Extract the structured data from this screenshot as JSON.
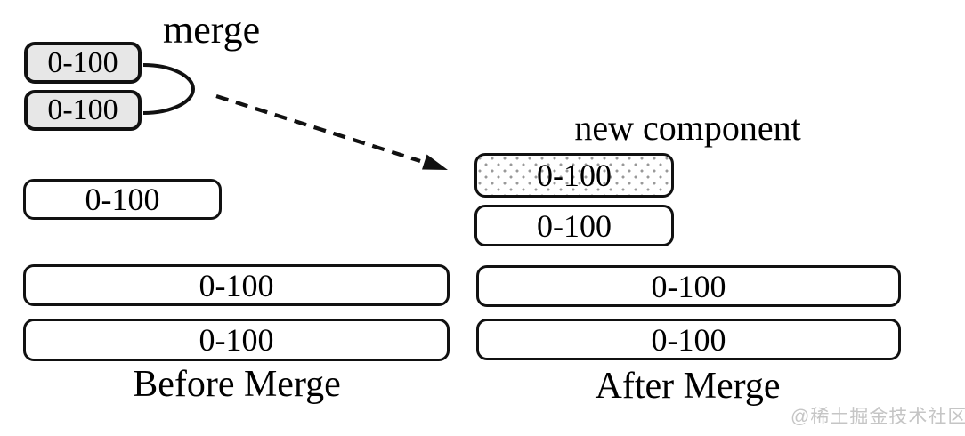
{
  "colors": {
    "background": "#ffffff",
    "box-border": "#111111",
    "box-fill-white": "#ffffff",
    "box-fill-gray": "#e7e7e7",
    "stipple-dot": "#999999",
    "text": "#000000",
    "watermark": "#c5c5c5"
  },
  "diagram": {
    "merge_label": "merge",
    "new_component_label": "new component",
    "before": {
      "caption": "Before Merge",
      "merge_sources": [
        {
          "label": "0-100"
        },
        {
          "label": "0-100"
        }
      ],
      "components": [
        {
          "label": "0-100"
        },
        {
          "label": "0-100"
        },
        {
          "label": "0-100"
        }
      ]
    },
    "after": {
      "caption": "After Merge",
      "new_component": {
        "label": "0-100"
      },
      "components": [
        {
          "label": "0-100"
        },
        {
          "label": "0-100"
        },
        {
          "label": "0-100"
        }
      ]
    },
    "watermark": "@稀土掘金技术社区"
  }
}
